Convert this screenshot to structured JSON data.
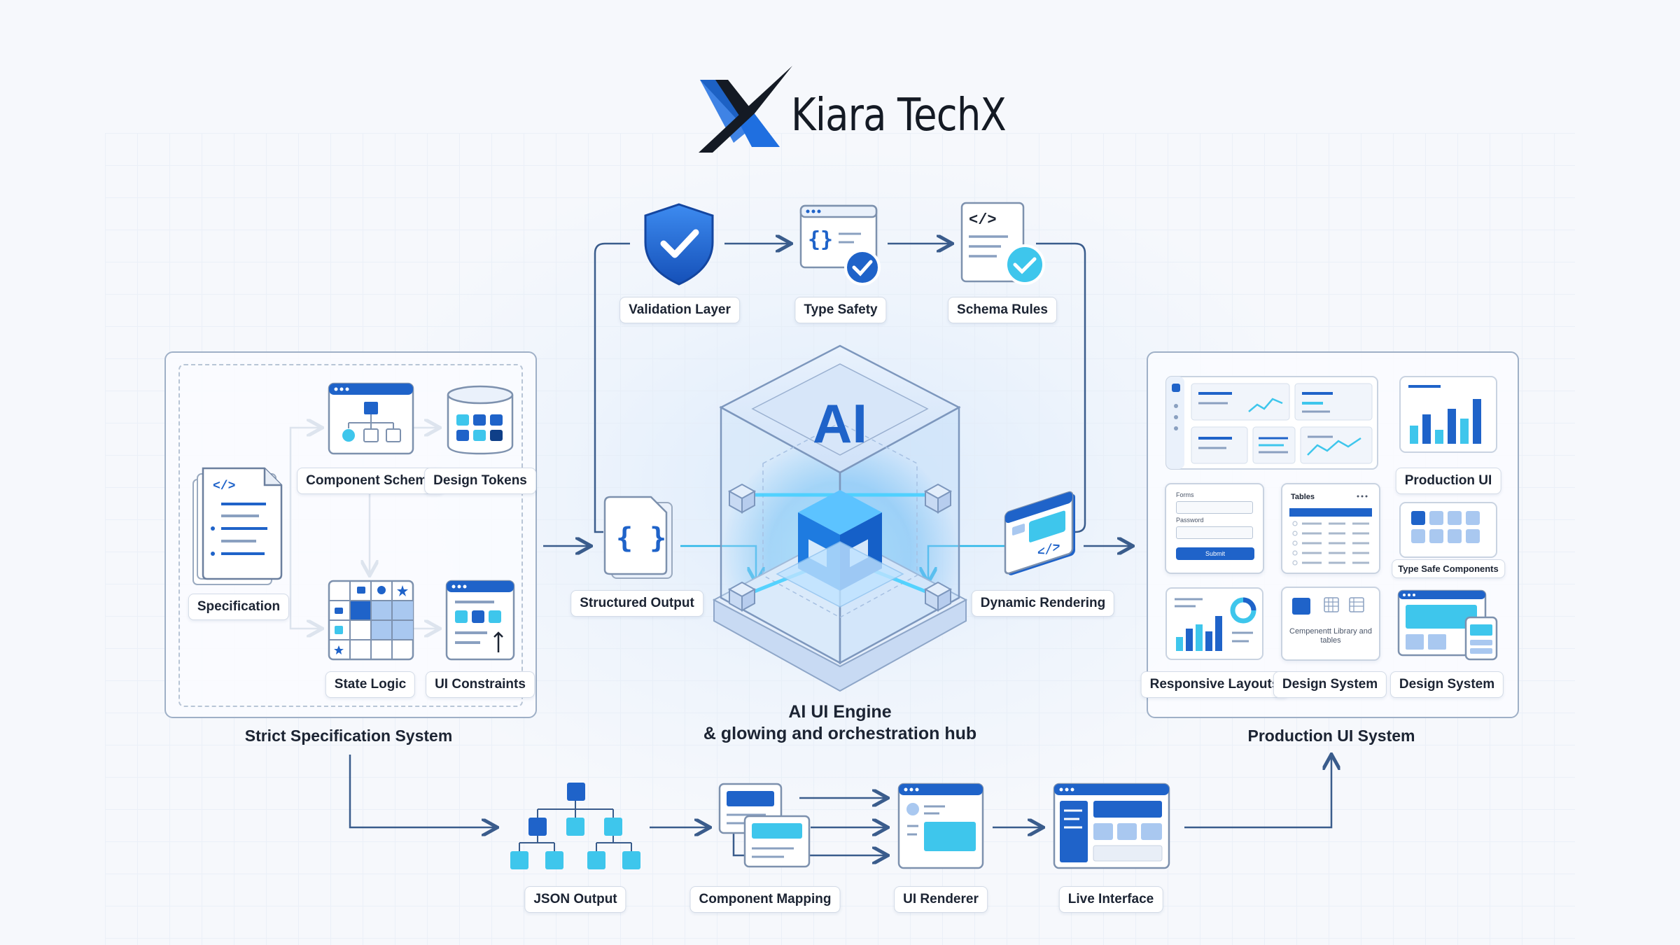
{
  "brand": {
    "name": "Kiara TechX",
    "logo_icon": "kiara-x-logo"
  },
  "colors": {
    "accent": "#1f63c9",
    "cyan": "#3ec6ec",
    "panel_border": "#9fb0c7",
    "text": "#1c2433"
  },
  "hub": {
    "badge": "AI",
    "title_line1": "AI UI Engine",
    "title_line2": "& glowing and orchestration hub"
  },
  "top_flow": {
    "validation": "Validation Layer",
    "type_safety": "Type Safety",
    "schema_rules": "Schema Rules"
  },
  "side_nodes": {
    "structured_output": "Structured Output",
    "dynamic_rendering": "Dynamic Rendering"
  },
  "spec_system": {
    "title": "Strict Specification System",
    "specification": "Specification",
    "component_schema": "Component Schema",
    "design_tokens": "Design Tokens",
    "state_logic": "State Logic",
    "ui_constraints": "UI Constraints"
  },
  "production_system": {
    "title": "Production UI System",
    "production_ui": "Production UI",
    "type_safe_components": "Type Safe Components",
    "responsive_layouts": "Responsive Layouts",
    "design_system_1": "Design System",
    "design_system_2": "Design System",
    "form_field_1": "Forms",
    "form_field_2": "Password",
    "form_submit": "Submit",
    "tables_title": "Tables",
    "library_caption": "Cempenentt Library and tables"
  },
  "bottom_flow": {
    "json_output": "JSON Output",
    "component_mapping": "Component Mapping",
    "ui_renderer": "UI Renderer",
    "live_interface": "Live Interface"
  }
}
